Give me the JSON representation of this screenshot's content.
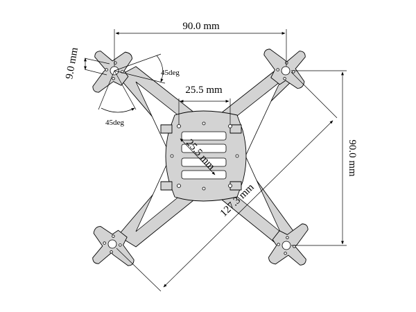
{
  "dimensions": {
    "top_width": "90.0 mm",
    "side_height": "90.0 mm",
    "diagonal": "127.3 mm",
    "center_width": "25.5 mm",
    "center_diagonal": "25.5 mm",
    "motor_mount": "9.0 mm",
    "angle_upper": "45deg",
    "angle_lower": "45deg"
  }
}
